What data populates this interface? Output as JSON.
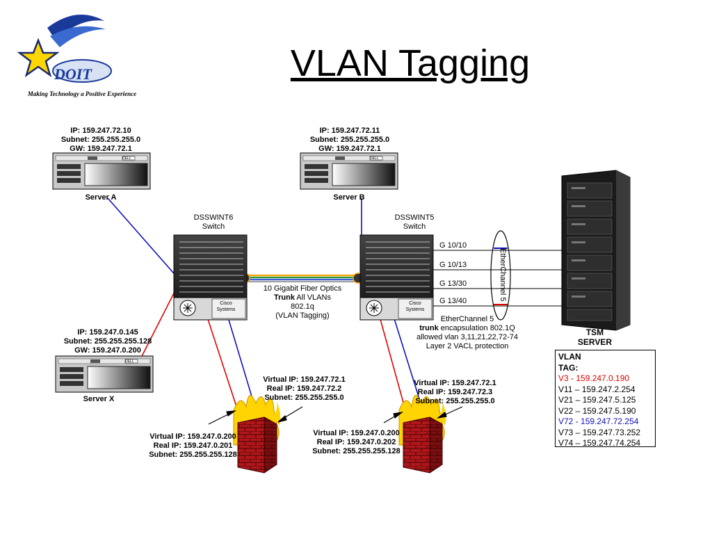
{
  "title": "VLAN Tagging",
  "logo": {
    "name": "DOIT",
    "tagline": "Making Technology a Positive Experience"
  },
  "servers": [
    {
      "name": "Server A",
      "ip": "IP: 159.247.72.10",
      "subnet": "Subnet: 255.255.255.0",
      "gw": "GW:  159.247.72.1",
      "badge": "DELL"
    },
    {
      "name": "Server B",
      "ip": "IP: 159.247.72.11",
      "subnet": "Subnet: 255.255.255.0",
      "gw": "GW:  159.247.72.1",
      "badge": "DELL"
    },
    {
      "name": "Server X",
      "ip": "IP: 159.247.0.145",
      "subnet": "Subnet: 255.255.255.128",
      "gw": "GW:  159.247.0.200",
      "badge": "DELL"
    }
  ],
  "switches": [
    {
      "name": "DSSWINT6",
      "type": "Switch",
      "brand1": "Cisco",
      "brand2": "Systems"
    },
    {
      "name": "DSSWINT5",
      "type": "Switch",
      "brand1": "Cisco",
      "brand2": "Systems"
    }
  ],
  "trunk": {
    "line1": "10 Gigabit Fiber Optics",
    "line2_bold": "Trunk",
    "line2_rest": " All VLANs",
    "line3": "802.1q",
    "line4": "(VLAN Tagging)"
  },
  "ports": [
    "G 10/10",
    "G 10/13",
    "G 13/30",
    "G 13/40"
  ],
  "etherchannel": {
    "oval_label": "EtherChannel 5",
    "desc1": "EtherChannel 5",
    "desc2_bold": "trunk",
    "desc2_rest": " encapsulation 802.1Q",
    "desc3": "allowed vlan 3,11,21,22,72-74",
    "desc4": "Layer 2 VACL protection"
  },
  "tsm": {
    "line1": "TSM",
    "line2": "SERVER"
  },
  "vlan_tags": {
    "header1": "VLAN",
    "header2": "TAG:",
    "entries": [
      {
        "text": "V3   - 159.247.0.190",
        "color": "#e00000"
      },
      {
        "text": "V11 – 159.247.2.254",
        "color": "#000000"
      },
      {
        "text": "V21 – 159.247.5.125",
        "color": "#000000"
      },
      {
        "text": "V22 – 159.247.5.190",
        "color": "#000000"
      },
      {
        "text": "V72 - 159.247.72.254",
        "color": "#1010c0"
      },
      {
        "text": "V73 – 159.247.73.252",
        "color": "#000000"
      },
      {
        "text": "V74 – 159.247.74.254",
        "color": "#000000"
      }
    ]
  },
  "firewalls": [
    {
      "upper": [
        "Virtual IP: 159.247.72.1",
        "Real IP:    159.247.72.2",
        "Subnet: 255.255.255.0"
      ],
      "lower": [
        "Virtual IP: 159.247.0.200",
        "Real IP:    159.247.0.201",
        "Subnet: 255.255.255.128"
      ]
    },
    {
      "upper": [
        "Virtual IP: 159.247.72.1",
        "Real IP:    159.247.72.3",
        "Subnet: 255.255.255.0"
      ],
      "lower": [
        "Virtual IP: 159.247.0.200",
        "Real IP:    159.247.0.202",
        "Subnet: 255.255.255.128"
      ]
    }
  ],
  "colors": {
    "vlan72_link": "#1010c0",
    "vlan0_link": "#e00000",
    "fiber": [
      "#ffa000",
      "#2a9a2a",
      "#4060e0",
      "#a0a0a0"
    ]
  }
}
